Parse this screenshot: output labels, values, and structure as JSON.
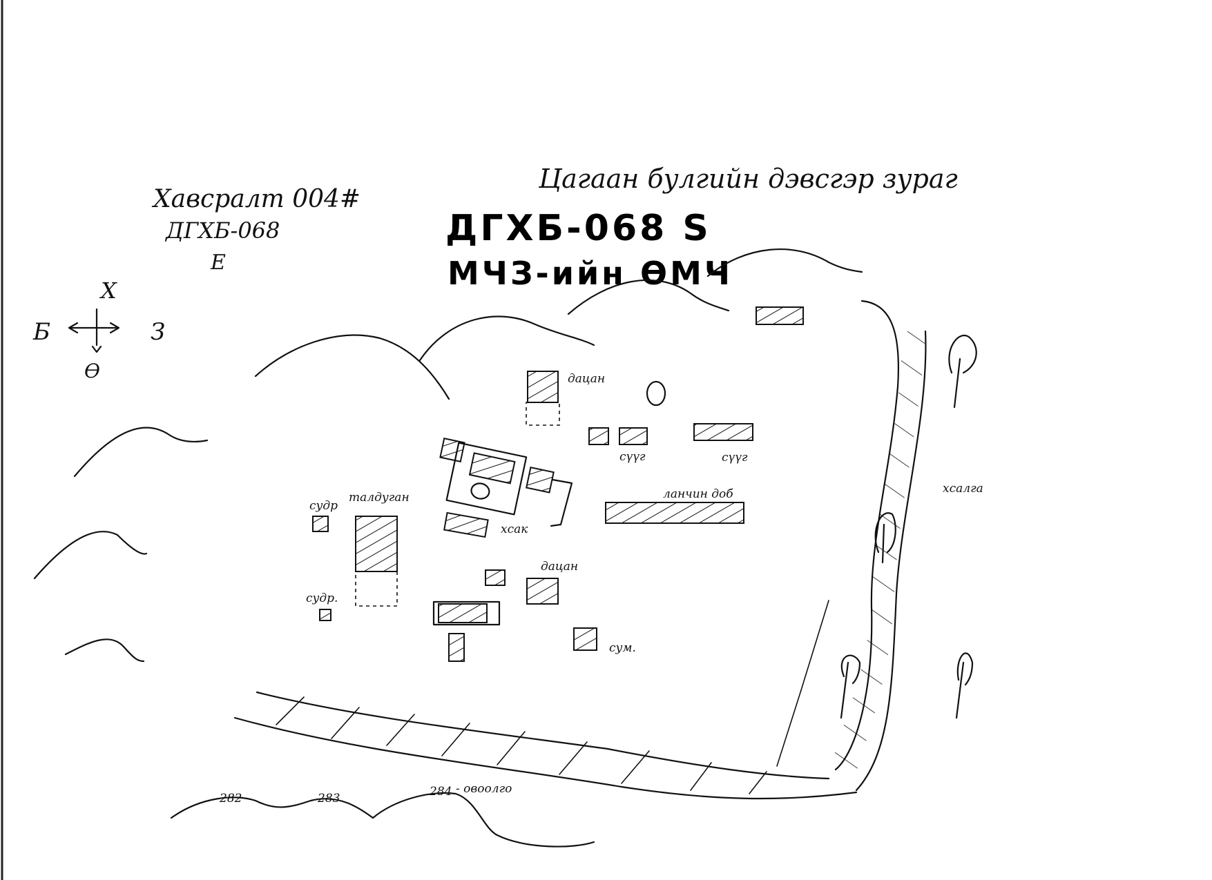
{
  "header": {
    "note_top_right": "Цагаан булгийн дэвсгэр зураг",
    "note_left_line1": "Хавсралт 004#",
    "note_left_line2": "ДГХБ-068",
    "note_left_line3": "Е",
    "title_line1": "ДГХБ-068 S",
    "title_line2": "МЧЗ-ийн ӨМЧ"
  },
  "compass": {
    "north": "Х",
    "west": "Б",
    "east": "З",
    "south": "Ө"
  },
  "labels": {
    "dayan_top": "дацан",
    "suug_1": "сүүг",
    "suug_2": "сүүг",
    "lanchin_dob": "ланчин доб",
    "khsalga": "хсалга",
    "sudr_top": "судр",
    "taldugan": "талдуган",
    "sudr_bottom": "судр.",
    "khsak": "хсак",
    "dayan_bottom": "дацан",
    "sum": "сум.",
    "ovoo": "- овоолго",
    "mark_1": "282",
    "mark_2": "283",
    "mark_3": "284"
  }
}
